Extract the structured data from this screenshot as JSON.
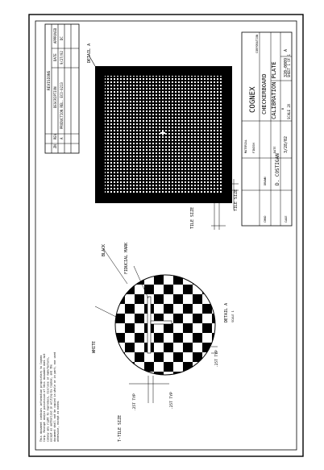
{
  "revisions": {
    "header": "REVISIONS",
    "col_zone": "ZN",
    "col_rev": "REV",
    "col_description": "DESCRIPTION",
    "col_date": "DATE",
    "col_approved": "APPROVED",
    "row1": {
      "rev": "A",
      "description": "PRODUCTION REL. ECO-0213",
      "date": "9/27/02",
      "approved": "DC"
    }
  },
  "main_view": {
    "detail_callout": "DETAIL A",
    "tile_size_label_a": "TILE SIZE",
    "tile_size_label_b": "TILE SIZE"
  },
  "detail_view": {
    "fiducial": "FIDUCIAL MARK",
    "black": "BLACK",
    "white": "WHITE",
    "detail_title": "DETAIL A",
    "detail_scale": "SCALE 1",
    "dim_a": ".25T TYP",
    "dim_b": ".25T TYP",
    "dim_c": ".25T TYP",
    "tile_size": "T-TILE SIZE"
  },
  "proprietary_note": "This document contains information proprietary to Cognex Corp. Receipt and/or possession of this document does not convey any right to reproduce, disclose or manufacture, except as authorized in writing by Cognex, and the document shall not be copied in whole or in part, nor used otherwise, except as noted.",
  "title_block": {
    "company": "COGNEX",
    "company_sub": "CORPORATION",
    "title_line1": "CHECKERBOARD",
    "title_line2": "CALIBRATION PLATE",
    "drawing_no": "320-0009",
    "rev": "A",
    "sheet": "SHEET 1 OF 1",
    "scale": "SCALE 2X",
    "drawn_by": "DRAWN",
    "date_label": "DATE",
    "date": "3/28/02",
    "checked": "CHKD",
    "material": "MATERIAL",
    "finish": "FINISH",
    "drawn_name": "D. COSTIGAN",
    "size": "B",
    "cage": "CAGE"
  },
  "colors": {
    "ink": "#000000",
    "paper": "#ffffff"
  }
}
